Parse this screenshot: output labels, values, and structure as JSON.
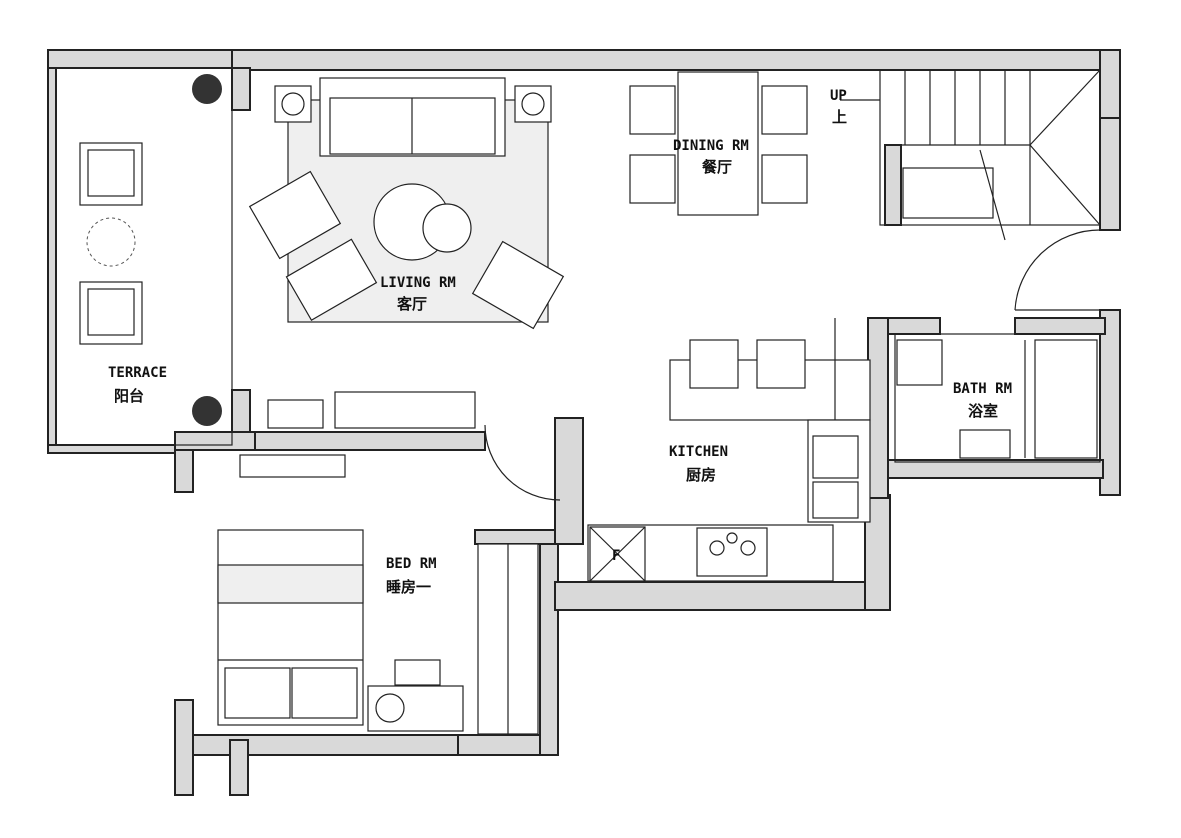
{
  "plan": {
    "rooms": [
      {
        "id": "terrace",
        "en": "TERRACE",
        "zh": "阳台"
      },
      {
        "id": "living",
        "en": "LIVING RM",
        "zh": "客厅"
      },
      {
        "id": "dining",
        "en": "DINING RM",
        "zh": "餐厅"
      },
      {
        "id": "kitchen",
        "en": "KITCHEN",
        "zh": "厨房"
      },
      {
        "id": "bath",
        "en": "BATH RM",
        "zh": "浴室"
      },
      {
        "id": "bed",
        "en": "BED RM",
        "zh": "睡房一"
      }
    ],
    "stair": {
      "en": "UP",
      "zh": "上"
    },
    "fridge_label": "F"
  }
}
